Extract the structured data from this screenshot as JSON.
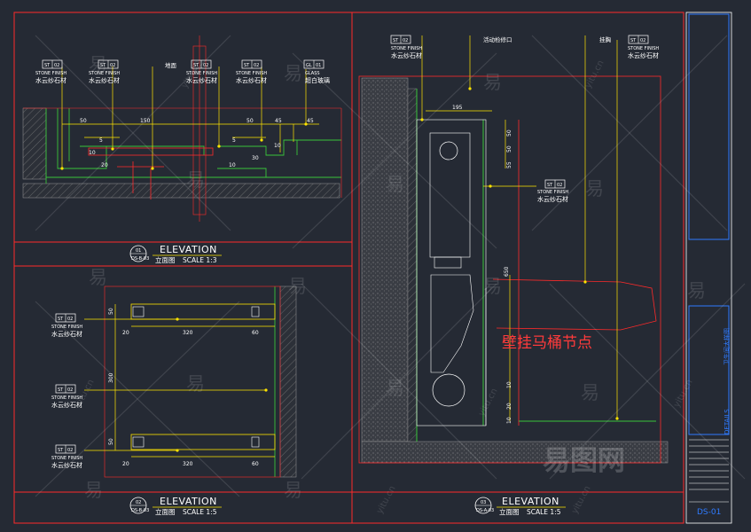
{
  "callouts": {
    "c1": {
      "code": "ST",
      "num": "02",
      "en": "STONE FINISH",
      "cn": "水云纱石材"
    },
    "c2": {
      "code": "ST",
      "num": "02",
      "en": "STONE FINISH",
      "cn": "水云纱石材"
    },
    "c3": {
      "label": "地面"
    },
    "c4": {
      "code": "ST",
      "num": "02",
      "en": "STONE FINISH",
      "cn": "水云纱石材"
    },
    "c5": {
      "code": "ST",
      "num": "02",
      "en": "STONE FINISH",
      "cn": "水云纱石材"
    },
    "c6": {
      "code": "GL",
      "num": "01",
      "en": "GLASS",
      "cn": "超白玻璃"
    },
    "c7": {
      "code": "ST",
      "num": "02",
      "en": "STONE FINISH",
      "cn": "水云纱石材"
    },
    "c8": {
      "code": "ST",
      "num": "02",
      "en": "STONE FINISH",
      "cn": "水云纱石材"
    },
    "c9": {
      "code": "ST",
      "num": "02",
      "en": "STONE FINISH",
      "cn": "水云纱石材"
    },
    "c10": {
      "code": "ST",
      "num": "02",
      "en": "STONE FINISH",
      "cn": "水云纱石材"
    },
    "c11": {
      "label": "活动检修口"
    },
    "c12": {
      "label": "挂胸"
    },
    "c13": {
      "code": "ST",
      "num": "02",
      "en": "STONE FINISH",
      "cn": "水云纱石材"
    },
    "c14": {
      "code": "ST",
      "num": "02",
      "en": "STONE FINISH",
      "cn": "水云纱石材"
    }
  },
  "dims": {
    "d50a": "50",
    "d150": "150",
    "d50b": "50",
    "d45a": "45",
    "d45b": "45",
    "d5a": "5",
    "d5b": "5",
    "d10a": "10",
    "d20": "20",
    "d10b": "10",
    "d30": "30",
    "d10c": "10",
    "e2_50a": "50",
    "e2_20a": "20",
    "e2_320a": "320",
    "e2_60a": "60",
    "e2_300": "300",
    "e2_50b": "50",
    "e2_20b": "20",
    "e2_320b": "320",
    "e2_60b": "60",
    "e3_195": "195",
    "e3_50a": "50",
    "e3_50b": "50",
    "e3_55": "55",
    "e3_650": "650",
    "e3_10": "10",
    "e3_20": "20",
    "e3_10b": "10"
  },
  "elevations": [
    {
      "num": "01",
      "ref": "DS-B-03",
      "title": "ELEVATION",
      "cn": "立面图",
      "scale": "SCALE  1:3"
    },
    {
      "num": "02",
      "ref": "DS-B-03",
      "title": "ELEVATION",
      "cn": "立面图",
      "scale": "SCALE  1:5"
    },
    {
      "num": "03",
      "ref": "DS-A-03",
      "title": "ELEVATION",
      "cn": "立面图",
      "scale": "SCALE  1:5"
    }
  ],
  "annotation": {
    "text": "壁挂马桶节点"
  },
  "titleblock": {
    "title": "卫生间大样图",
    "sub": "DETAILS",
    "sheet": "DS-01"
  },
  "watermark": {
    "glyph": "易",
    "site": "yitu.cn",
    "brand": "易图网"
  },
  "colors": {
    "background": "#252a34",
    "border": "#ff2a2a",
    "dimension": "#ffe400",
    "wall": "#39c43a",
    "accent": "#2f7bff",
    "hatch": "#9a9a9a"
  }
}
